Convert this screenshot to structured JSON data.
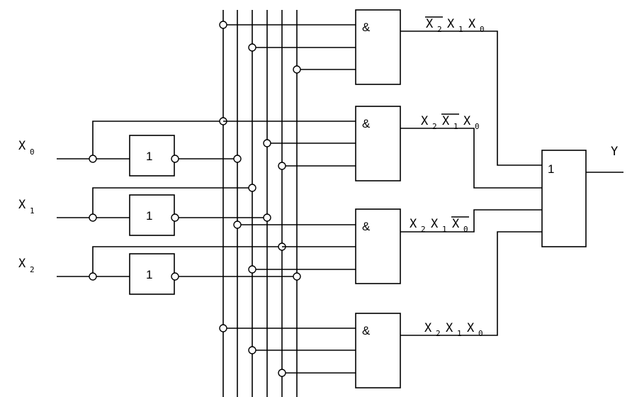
{
  "inputs": [
    {
      "letter": "X",
      "index": "0"
    },
    {
      "letter": "X",
      "index": "1"
    },
    {
      "letter": "X",
      "index": "2"
    }
  ],
  "output": {
    "label": "Y"
  },
  "not_gate_symbol": "1",
  "and_gate_symbol": "&",
  "or_gate_symbol": "1",
  "terms": [
    {
      "name": "term1",
      "factors": [
        {
          "letter": "X",
          "index": "2",
          "inverted": true
        },
        {
          "letter": "X",
          "index": "1",
          "inverted": false
        },
        {
          "letter": "X",
          "index": "0",
          "inverted": false
        }
      ]
    },
    {
      "name": "term2",
      "factors": [
        {
          "letter": "X",
          "index": "2",
          "inverted": false
        },
        {
          "letter": "X",
          "index": "1",
          "inverted": true
        },
        {
          "letter": "X",
          "index": "0",
          "inverted": false
        }
      ]
    },
    {
      "name": "term3",
      "factors": [
        {
          "letter": "X",
          "index": "2",
          "inverted": false
        },
        {
          "letter": "X",
          "index": "1",
          "inverted": false
        },
        {
          "letter": "X",
          "index": "0",
          "inverted": true
        }
      ]
    },
    {
      "name": "term4",
      "factors": [
        {
          "letter": "X",
          "index": "2",
          "inverted": false
        },
        {
          "letter": "X",
          "index": "1",
          "inverted": false
        },
        {
          "letter": "X",
          "index": "0",
          "inverted": false
        }
      ]
    }
  ]
}
